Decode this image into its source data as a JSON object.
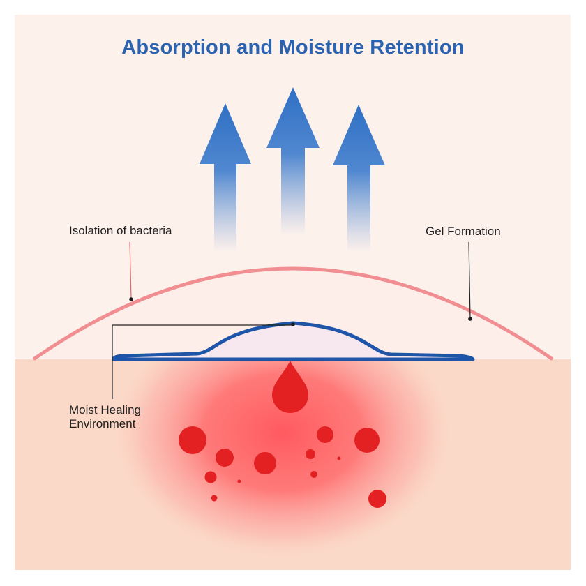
{
  "title": "Absorption and Moisture Retention",
  "labels": {
    "isolation": "Isolation of bacteria",
    "gel": "Gel Formation",
    "moist_line1": "Moist Healing",
    "moist_line2": "Environment"
  },
  "colors": {
    "title": "#2b63b0",
    "arrow": "#2f6fc4",
    "upper_background": "#fdf1ec",
    "skin": "#fbd9c8",
    "outer_membrane": "#f08e91",
    "gel_layer": "#1f55a8",
    "wound_glow": "#ff5a60",
    "blood": "#e32022"
  },
  "icons": [
    "up-arrow-icon",
    "blood-drop-icon"
  ]
}
